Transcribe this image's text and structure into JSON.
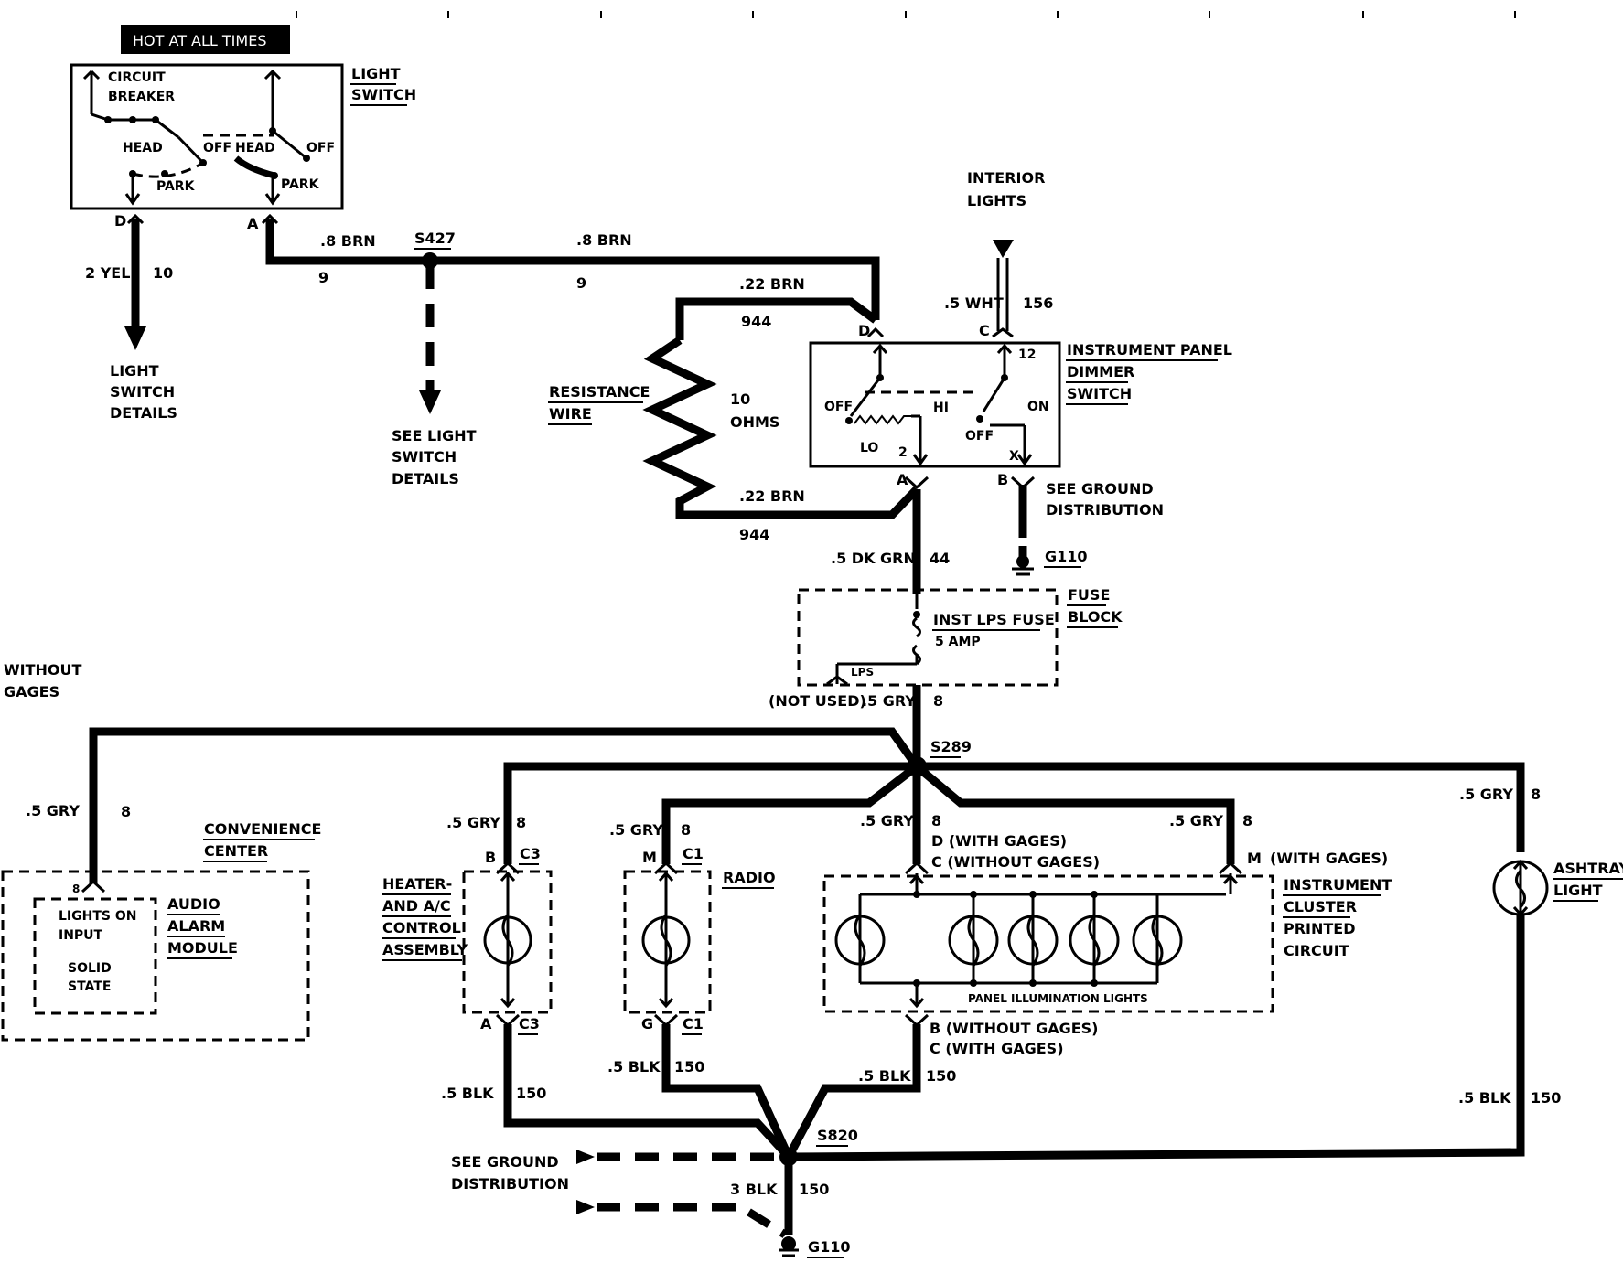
{
  "banner": "HOT AT ALL TIMES",
  "light_switch": {
    "title_1": "LIGHT",
    "title_2": "SWITCH",
    "circuit_breaker_1": "CIRCUIT",
    "circuit_breaker_2": "BREAKER",
    "head": "HEAD",
    "off": "OFF",
    "park": "PARK",
    "term_d": "D",
    "term_a": "A"
  },
  "left_branch": {
    "wire": "2 YEL",
    "circuit": "10",
    "details_1": "LIGHT",
    "details_2": "SWITCH",
    "details_3": "DETAILS"
  },
  "s427": {
    "label": "S427",
    "wire_left": ".8 BRN",
    "circuit_left": "9",
    "wire_right": ".8 BRN",
    "circuit_right": "9",
    "see_1": "SEE LIGHT",
    "see_2": "SWITCH",
    "see_3": "DETAILS"
  },
  "resistance": {
    "label_1": "RESISTANCE",
    "label_2": "WIRE",
    "value_1": "10",
    "value_2": "OHMS",
    "wire_top": ".22 BRN",
    "circuit_top": "944",
    "wire_bottom": ".22 BRN",
    "circuit_bottom": "944"
  },
  "interior": {
    "label_1": "INTERIOR",
    "label_2": "LIGHTS",
    "wire": ".5 WHT",
    "circuit": "156"
  },
  "dimmer": {
    "title_1": "INSTRUMENT PANEL",
    "title_2": "DIMMER",
    "title_3": "SWITCH",
    "term_d": "D",
    "term_c": "C",
    "term_a": "A",
    "term_b": "B",
    "pin_12": "12",
    "pin_2": "2",
    "pin_x": "X",
    "off": "OFF",
    "hi": "HI",
    "lo": "LO",
    "on": "ON"
  },
  "ground_top": {
    "see_1": "SEE GROUND",
    "see_2": "DISTRIBUTION",
    "label": "G110"
  },
  "feed": {
    "wire": ".5 DK GRN",
    "circuit": "44"
  },
  "fuse_block": {
    "title_1": "FUSE",
    "title_2": "BLOCK",
    "fuse": "INST LPS FUSE",
    "amp": "5 AMP",
    "lps": "LPS",
    "not_used": "(NOT USED)",
    "wire": ".5 GRY",
    "circuit": "8"
  },
  "without_gages_1": "WITHOUT",
  "without_gages_2": "GAGES",
  "s289": "S289",
  "convenience": {
    "wire": ".5 GRY",
    "circuit": "8",
    "title_1": "CONVENIENCE",
    "title_2": "CENTER",
    "pin": "8",
    "lights_on_1": "LIGHTS ON",
    "lights_on_2": "INPUT",
    "solid_1": "SOLID",
    "solid_2": "STATE",
    "module_1": "AUDIO",
    "module_2": "ALARM",
    "module_3": "MODULE"
  },
  "heater": {
    "wire": ".5 GRY",
    "circuit": "8",
    "term_b": "B",
    "conn_top": "C3",
    "term_a": "A",
    "conn_bottom": "C3",
    "title_1": "HEATER-",
    "title_2": "AND A/C",
    "title_3": "CONTROL",
    "title_4": "ASSEMBLY",
    "gnd_wire": ".5 BLK",
    "gnd_circuit": "150"
  },
  "radio": {
    "wire": ".5 GRY",
    "circuit": "8",
    "term_m": "M",
    "conn_top": "C1",
    "term_g": "G",
    "conn_bottom": "C1",
    "title": "RADIO",
    "gnd_wire": ".5 BLK",
    "gnd_circuit": "150"
  },
  "cluster": {
    "wire": ".5 GRY",
    "circuit": "8",
    "top_1": "D (WITH GAGES)",
    "top_2": "C (WITHOUT GAGES)",
    "wire_right": ".5 GRY",
    "circuit_right": "8",
    "term_m": "M",
    "with_gages": "(WITH GAGES)",
    "title_1": "INSTRUMENT",
    "title_2": "CLUSTER",
    "title_3": "PRINTED",
    "title_4": "CIRCUIT",
    "panel_lights": "PANEL ILLUMINATION LIGHTS",
    "bottom_1": "B (WITHOUT GAGES)",
    "bottom_2": "C (WITH GAGES)",
    "gnd_wire": ".5 BLK",
    "gnd_circuit": "150"
  },
  "ashtray": {
    "wire": ".5 GRY",
    "circuit": "8",
    "title_1": "ASHTRAY",
    "title_2": "LIGHT",
    "gnd_wire": ".5 BLK",
    "gnd_circuit": "150"
  },
  "bottom": {
    "s820": "S820",
    "see_1": "SEE GROUND",
    "see_2": "DISTRIBUTION",
    "wire": "3 BLK",
    "circuit": "150",
    "g110": "G110"
  }
}
